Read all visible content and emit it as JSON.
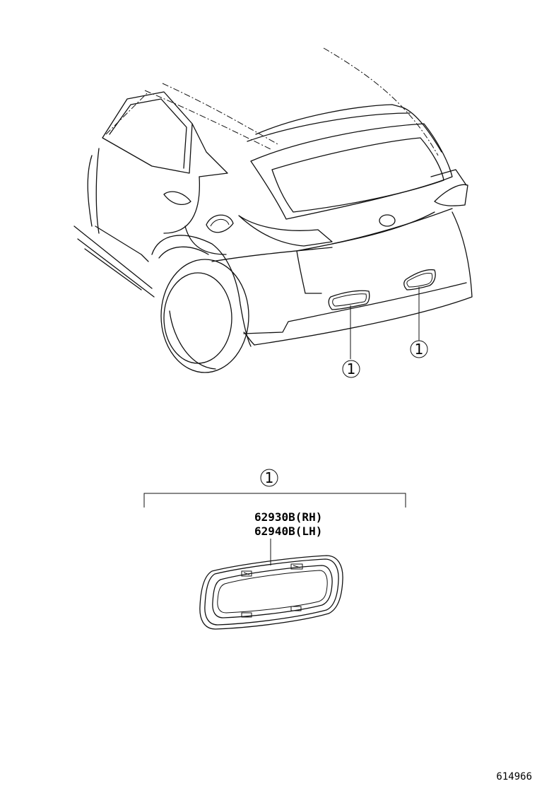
{
  "diagram": {
    "callouts": {
      "vehicle_left": "1",
      "vehicle_right": "1",
      "group": "1"
    },
    "parts": [
      {
        "number": "62930B",
        "side": "(RH)"
      },
      {
        "number": "62940B",
        "side": "(LH)"
      }
    ],
    "figure_number": "614966"
  }
}
